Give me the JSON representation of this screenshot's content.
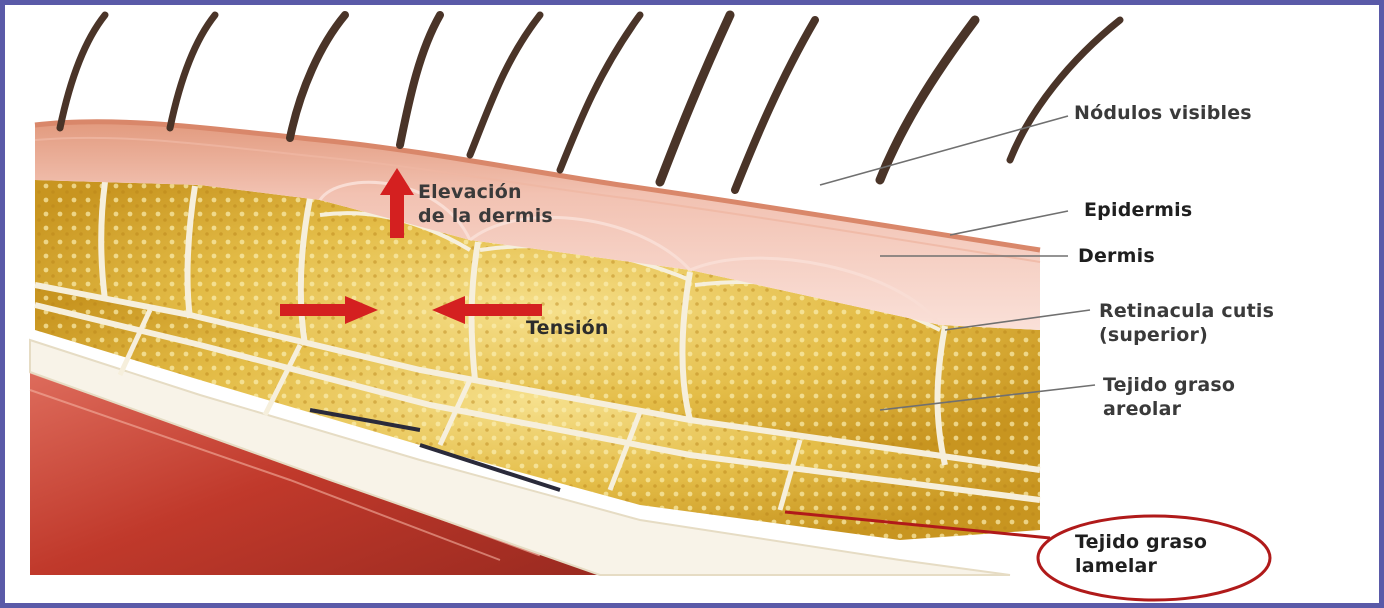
{
  "labels": {
    "nodulos": "Nódulos visibles",
    "epidermis": "Epidermis",
    "dermis": "Dermis",
    "retinacula_line1": "Retinacula cutis",
    "retinacula_line2": "(superior)",
    "areolar_line1": "Tejido graso",
    "areolar_line2": "areolar",
    "lamelar_line1": "Tejido graso",
    "lamelar_line2": "lamelar",
    "elevacion_line1": "Elevación",
    "elevacion_line2": "de la dermis",
    "tension": "Tensión"
  },
  "colors": {
    "frame_border": "#5a5aa8",
    "skin": "#f6d2c8",
    "skin_top": "#e9a88e",
    "fat": "#e6bf4a",
    "septa": "#f4eedc",
    "muscle": "#c0392b",
    "arrow_red": "#d42020",
    "highlight_ellipse": "#b01a1a",
    "leader_line": "#707070",
    "text": "#3a3a3a"
  }
}
